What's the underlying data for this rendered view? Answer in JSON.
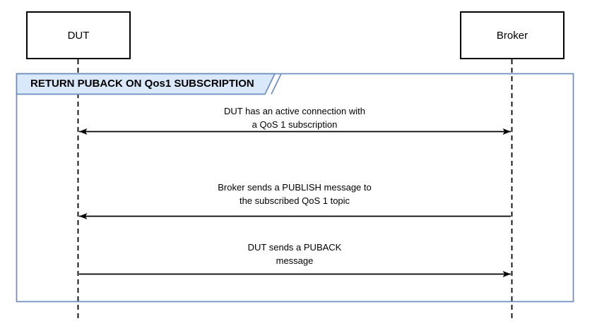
{
  "diagram": {
    "type": "sequence-diagram",
    "frame": {
      "title": "RETURN PUBACK ON Qos1 SUBSCRIPTION"
    },
    "actors": [
      {
        "id": "dut",
        "label": "DUT"
      },
      {
        "id": "broker",
        "label": "Broker"
      }
    ],
    "messages": [
      {
        "line1": "DUT has an active connection with",
        "line2": "a QoS 1 subscription",
        "from": "DUT",
        "to": "Broker",
        "direction": "bidirectional"
      },
      {
        "line1": "Broker sends a PUBLISH message to",
        "line2": "the subscribed QoS 1 topic",
        "from": "Broker",
        "to": "DUT",
        "direction": "right-to-left"
      },
      {
        "line1": "DUT sends a PUBACK",
        "line2": "message",
        "from": "DUT",
        "to": "Broker",
        "direction": "left-to-right"
      }
    ],
    "colors": {
      "frame_border": "#6c8ebf",
      "tab_fill": "#dae8fc",
      "line": "#000000",
      "background": "#ffffff"
    }
  }
}
